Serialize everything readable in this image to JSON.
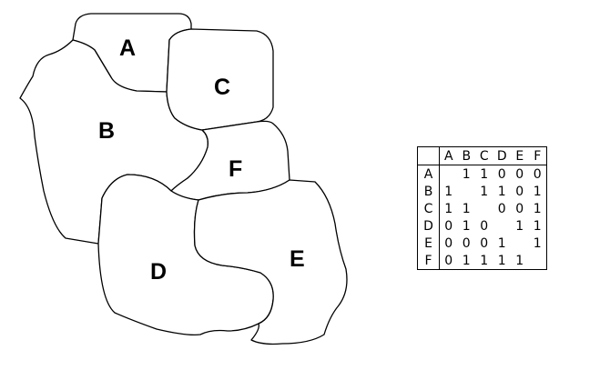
{
  "regions": [
    {
      "id": "A",
      "label": "A"
    },
    {
      "id": "B",
      "label": "B"
    },
    {
      "id": "C",
      "label": "C"
    },
    {
      "id": "D",
      "label": "D"
    },
    {
      "id": "E",
      "label": "E"
    },
    {
      "id": "F",
      "label": "F"
    }
  ],
  "matrix": {
    "headers": [
      "A",
      "B",
      "C",
      "D",
      "E",
      "F"
    ],
    "rows": [
      {
        "label": "A",
        "cells": [
          "",
          "1",
          "1",
          "0",
          "0",
          "0"
        ]
      },
      {
        "label": "B",
        "cells": [
          "1",
          "",
          "1",
          "1",
          "0",
          "1"
        ]
      },
      {
        "label": "C",
        "cells": [
          "1",
          "1",
          "",
          "0",
          "0",
          "1"
        ]
      },
      {
        "label": "D",
        "cells": [
          "0",
          "1",
          "0",
          "",
          "1",
          "1"
        ]
      },
      {
        "label": "E",
        "cells": [
          "0",
          "0",
          "0",
          "1",
          "",
          "1"
        ]
      },
      {
        "label": "F",
        "cells": [
          "0",
          "1",
          "1",
          "1",
          "1",
          ""
        ]
      }
    ]
  }
}
